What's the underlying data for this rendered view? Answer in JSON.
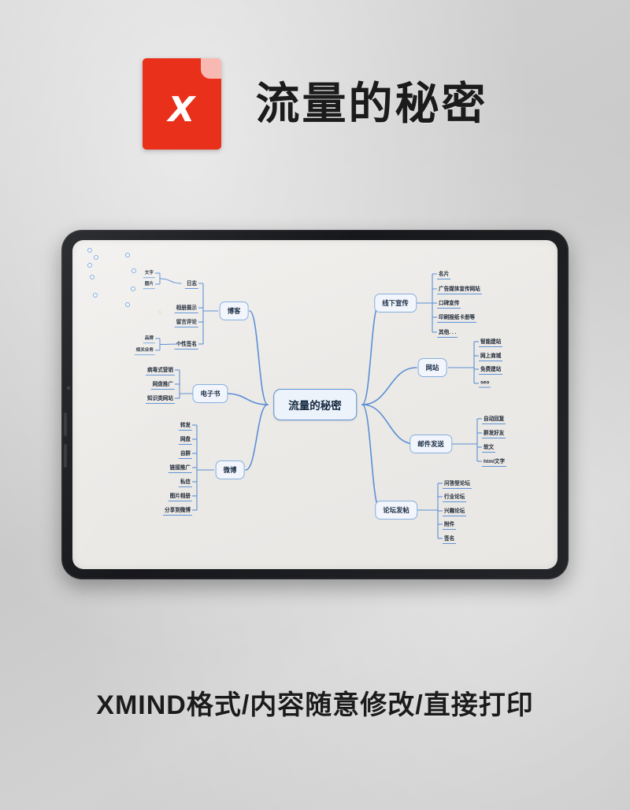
{
  "header": {
    "title": "流量的秘密",
    "icon_name": "xmind-file-icon",
    "icon_glyph": "X",
    "icon_color": "#e8301b",
    "icon_fold_color": "#f9b9b3"
  },
  "footer": {
    "tagline": "XMIND格式/内容随意修改/直接打印"
  },
  "device": {
    "type": "tablet",
    "bezel_color": "#1d1f22",
    "screen_color": "#efedea"
  },
  "mindmap": {
    "accent_color": "#5b8fd4",
    "node_fill": "#eef4fc",
    "root": "流量的秘密",
    "branches": [
      {
        "label": "线下宣传",
        "side": "right",
        "children": [
          {
            "label": "名片"
          },
          {
            "label": "广告媒体宣传网站"
          },
          {
            "label": "口碑宣传"
          },
          {
            "label": "印刷报纸卡册等"
          },
          {
            "label": "其他. . ."
          }
        ]
      },
      {
        "label": "网站",
        "side": "right",
        "children": [
          {
            "label": "智能建站"
          },
          {
            "label": "网上商城"
          },
          {
            "label": "免费建站"
          },
          {
            "label": "seo"
          }
        ]
      },
      {
        "label": "邮件发送",
        "side": "right",
        "children": [
          {
            "label": "自动回复"
          },
          {
            "label": "群发好友"
          },
          {
            "label": "软文"
          },
          {
            "label": "html文字"
          }
        ]
      },
      {
        "label": "论坛发帖",
        "side": "right",
        "children": [
          {
            "label": "问答型论坛"
          },
          {
            "label": "行业论坛"
          },
          {
            "label": "兴趣论坛"
          },
          {
            "label": "附件"
          },
          {
            "label": "签名"
          }
        ]
      },
      {
        "label": "博客",
        "side": "left",
        "children": [
          {
            "label": "日志",
            "children": [
              {
                "label": "文字"
              },
              {
                "label": "图片"
              }
            ]
          },
          {
            "label": "相册展示"
          },
          {
            "label": "留言评论"
          },
          {
            "label": "个性签名",
            "children": [
              {
                "label": "品牌"
              },
              {
                "label": "相关业务"
              }
            ]
          }
        ]
      },
      {
        "label": "电子书",
        "side": "left",
        "children": [
          {
            "label": "病毒式营销"
          },
          {
            "label": "网盘推广"
          },
          {
            "label": "知识类网站"
          }
        ]
      },
      {
        "label": "微博",
        "side": "left",
        "children": [
          {
            "label": "转发"
          },
          {
            "label": "网盘"
          },
          {
            "label": "自群"
          },
          {
            "label": "链接推广"
          },
          {
            "label": "私信"
          },
          {
            "label": "图片相册"
          },
          {
            "label": "分享到微博"
          }
        ]
      }
    ]
  }
}
